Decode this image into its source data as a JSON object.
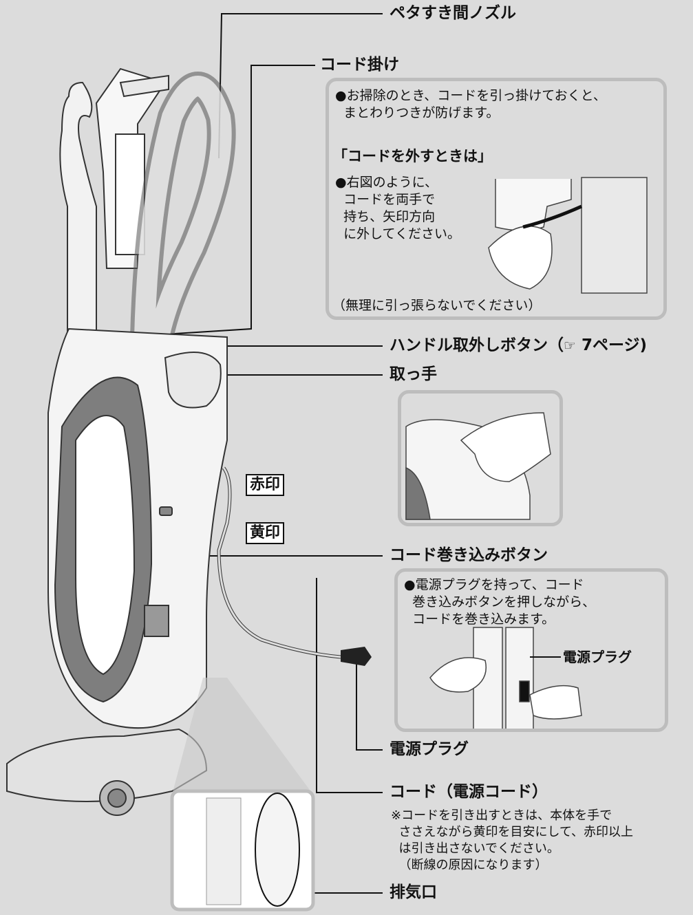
{
  "labels": {
    "nozzle": "ペタすき間ノズル",
    "cord_hook": "コード掛け",
    "handle_release": "ハンドル取外しボタン（",
    "handle_release_ref": "7ページ)",
    "grip": "取っ手",
    "rewind_button": "コード巻き込みボタン",
    "plug": "電源プラグ",
    "cord": "コード（電源コード）",
    "exhaust": "排気口",
    "red_mark": "赤印",
    "yellow_mark": "黄印"
  },
  "cord_hook_box": {
    "note": "●お掃除のとき、コードを引っ掛けておくと、\n  まとわりつきが防げます。",
    "heading": "「コードを外すときは」",
    "steps": "●右図のように、\n  コードを両手で\n  持ち、矢印方向\n  に外してください。",
    "caution": "（無理に引っ張らないでください）"
  },
  "rewind_box": {
    "note": "●電源プラグを持って、コード\n  巻き込みボタンを押しながら、\n  コードを巻き込みます。",
    "plug_label": "電源プラグ"
  },
  "cord_note": "※コードを引き出すときは、本体を手で\n  ささえながら黄印を目安にして、赤印以上\n  は引き出さないでください。\n  （断線の原因になります）",
  "icons": [
    "reference-arrow-icon"
  ],
  "colors": {
    "background": "#dcdcdc",
    "box_border": "#bdbdbd",
    "panel": "#ffffff"
  }
}
